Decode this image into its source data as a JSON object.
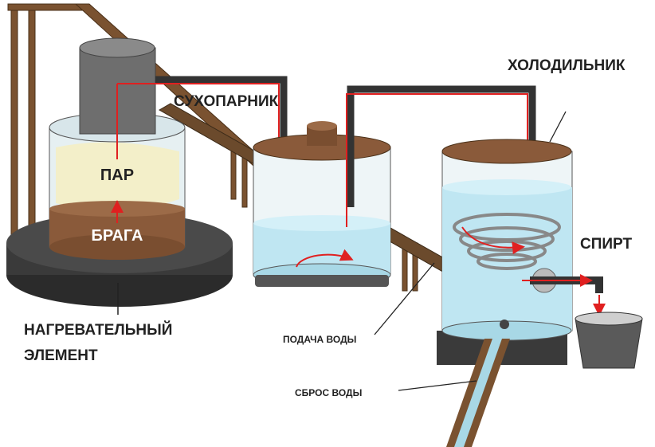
{
  "labels": {
    "steam": "ПАР",
    "mash": "БРАГА",
    "dry_steamer": "СУХОПАРНИК",
    "condenser": "ХОЛОДИЛЬНИК",
    "spirit": "СПИРТ",
    "heater_line1": "НАГРЕВАТЕЛЬНЫЙ",
    "heater_line2": "ЭЛЕМЕНТ",
    "water_in": "ПОДАЧА ВОДЫ",
    "water_out": "СБРОС ВОДЫ"
  },
  "colors": {
    "wood": "#7a5230",
    "liquid_mash": "#8a5a3a",
    "water": "#bfe6f2",
    "pipe": "#333333",
    "flow_arrow": "#e02020",
    "base": "#3a3a3a",
    "steam": "#f3efc9"
  }
}
